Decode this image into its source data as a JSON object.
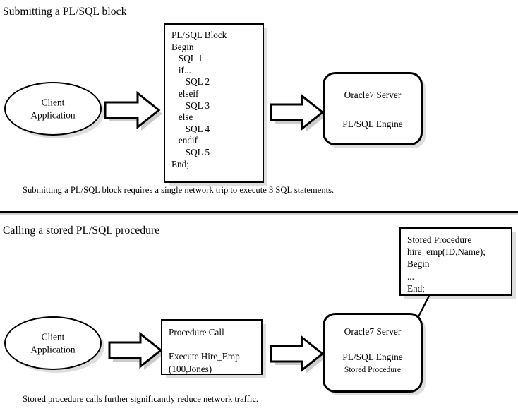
{
  "page": {
    "background": "#ffffff",
    "ink": "#000000",
    "shadow": "#cccccc"
  },
  "sections": [
    {
      "id": "submitting-block",
      "title": "Submitting a PL/SQL block",
      "caption": "Submitting a PL/SQL block requires a single network trip to execute 3 SQL statements.",
      "client": {
        "label": "Client\nApplication"
      },
      "code_box": {
        "title": "PL/SQL Block",
        "text": "PL/SQL Block\nBegin\n   SQL 1\n   if...\n      SQL 2\n   elseif\n      SQL 3\n   else\n      SQL 4\n   endif\n      SQL 5\nEnd;"
      },
      "server": {
        "line1": "Oracle7 Server",
        "line2": "PL/SQL Engine"
      },
      "arrows": [
        "arrow-right",
        "arrow-right"
      ]
    },
    {
      "id": "calling-stored-procedure",
      "title": "Calling a stored PL/SQL procedure",
      "caption": "Stored procedure calls further significantly reduce network traffic.",
      "client": {
        "label": "Client\nApplication"
      },
      "call_box": {
        "text": "Procedure Call\n\nExecute Hire_Emp\n(100,Jones)"
      },
      "stored_proc_box": {
        "text": "Stored Procedure\nhire_emp(ID,Name);\nBegin\n...\nEnd;"
      },
      "server": {
        "line1": "Oracle7 Server",
        "line2": "PL/SQL Engine",
        "line3": "Stored Procedure"
      },
      "arrows": [
        "arrow-right",
        "arrow-right"
      ],
      "connector": "diagonal-line"
    }
  ]
}
